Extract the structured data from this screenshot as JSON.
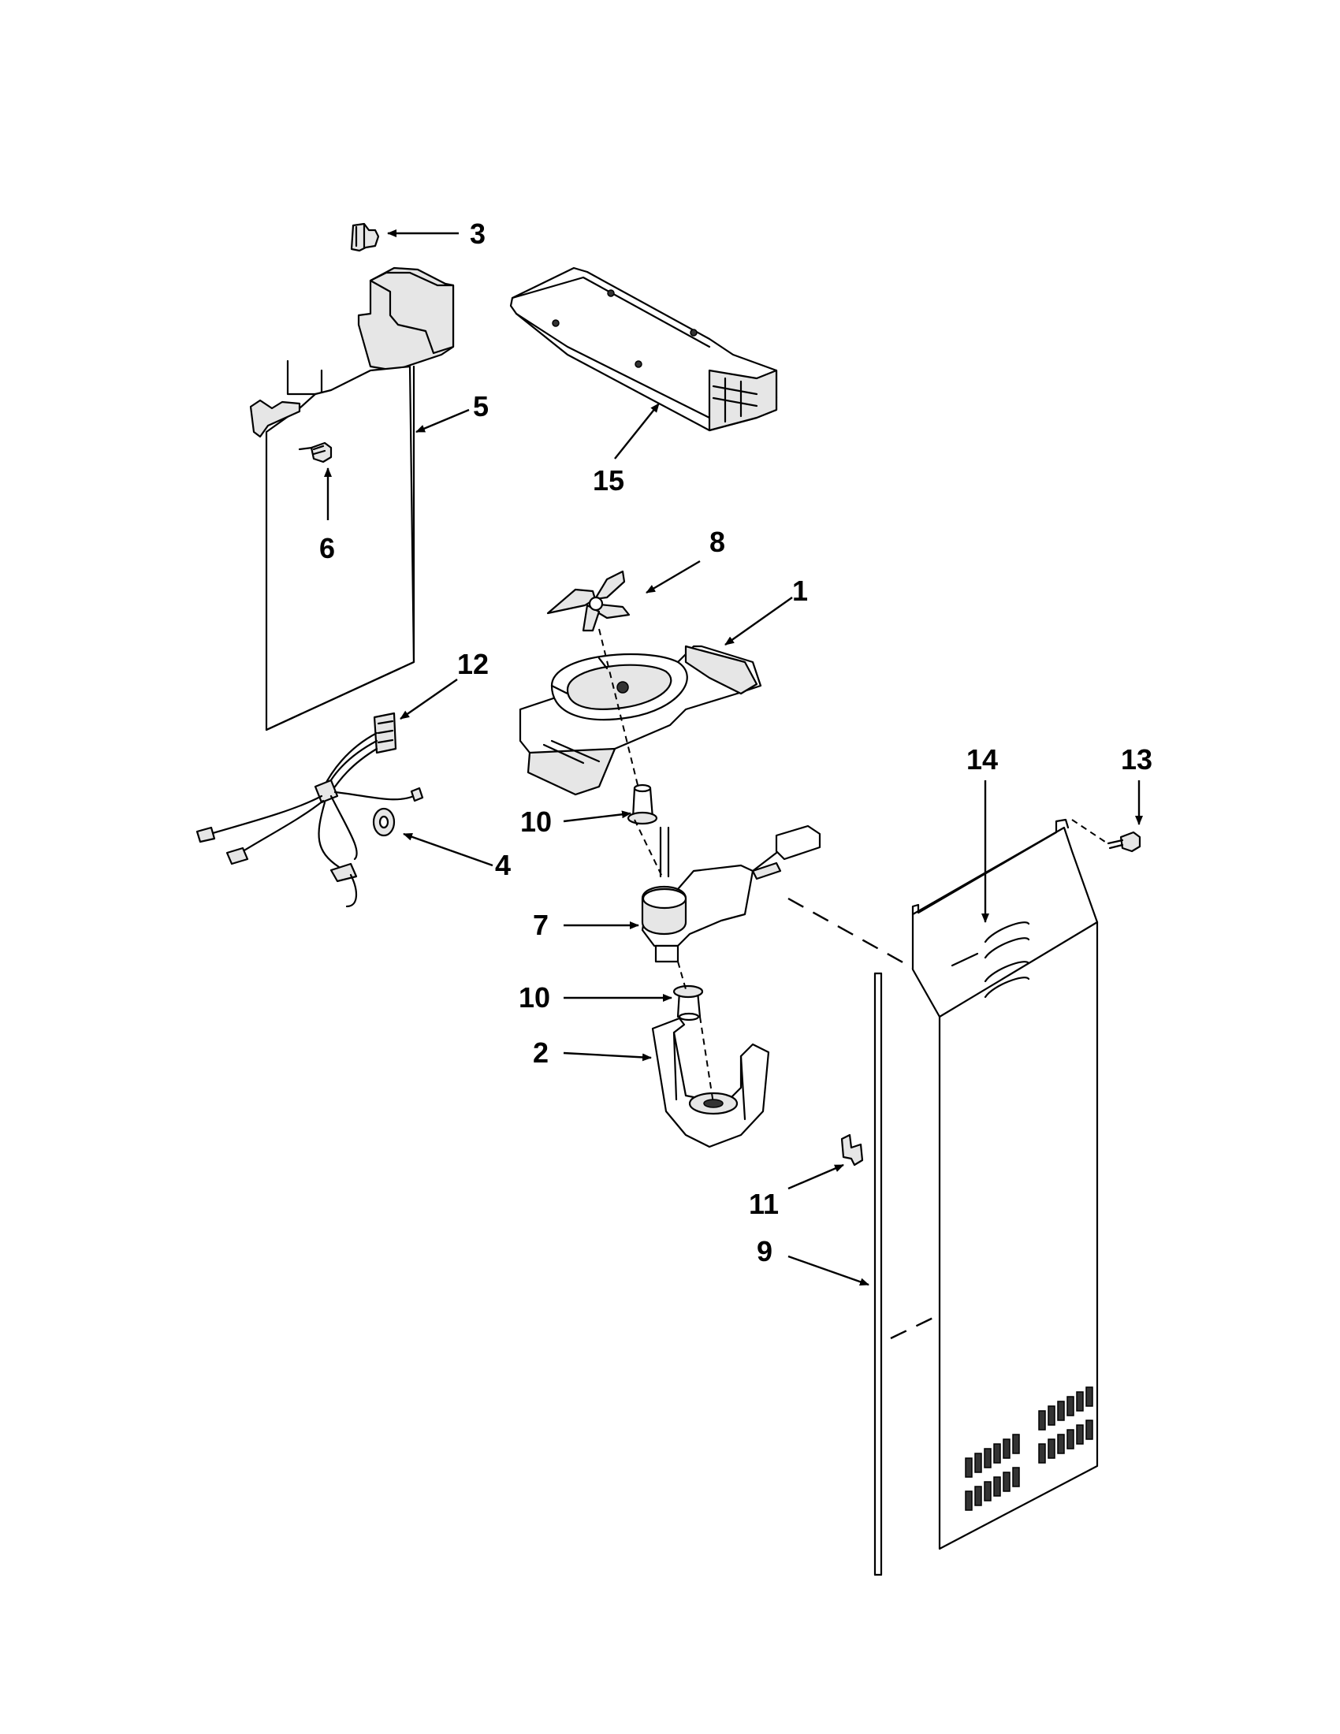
{
  "callouts": [
    {
      "id": "1",
      "label": "1"
    },
    {
      "id": "2",
      "label": "2"
    },
    {
      "id": "3",
      "label": "3"
    },
    {
      "id": "4",
      "label": "4"
    },
    {
      "id": "5",
      "label": "5"
    },
    {
      "id": "6",
      "label": "6"
    },
    {
      "id": "7",
      "label": "7"
    },
    {
      "id": "8",
      "label": "8"
    },
    {
      "id": "9",
      "label": "9"
    },
    {
      "id": "10a",
      "label": "10"
    },
    {
      "id": "10b",
      "label": "10"
    },
    {
      "id": "11",
      "label": "11"
    },
    {
      "id": "12",
      "label": "12"
    },
    {
      "id": "13",
      "label": "13"
    },
    {
      "id": "14",
      "label": "14"
    },
    {
      "id": "15",
      "label": "15"
    }
  ]
}
